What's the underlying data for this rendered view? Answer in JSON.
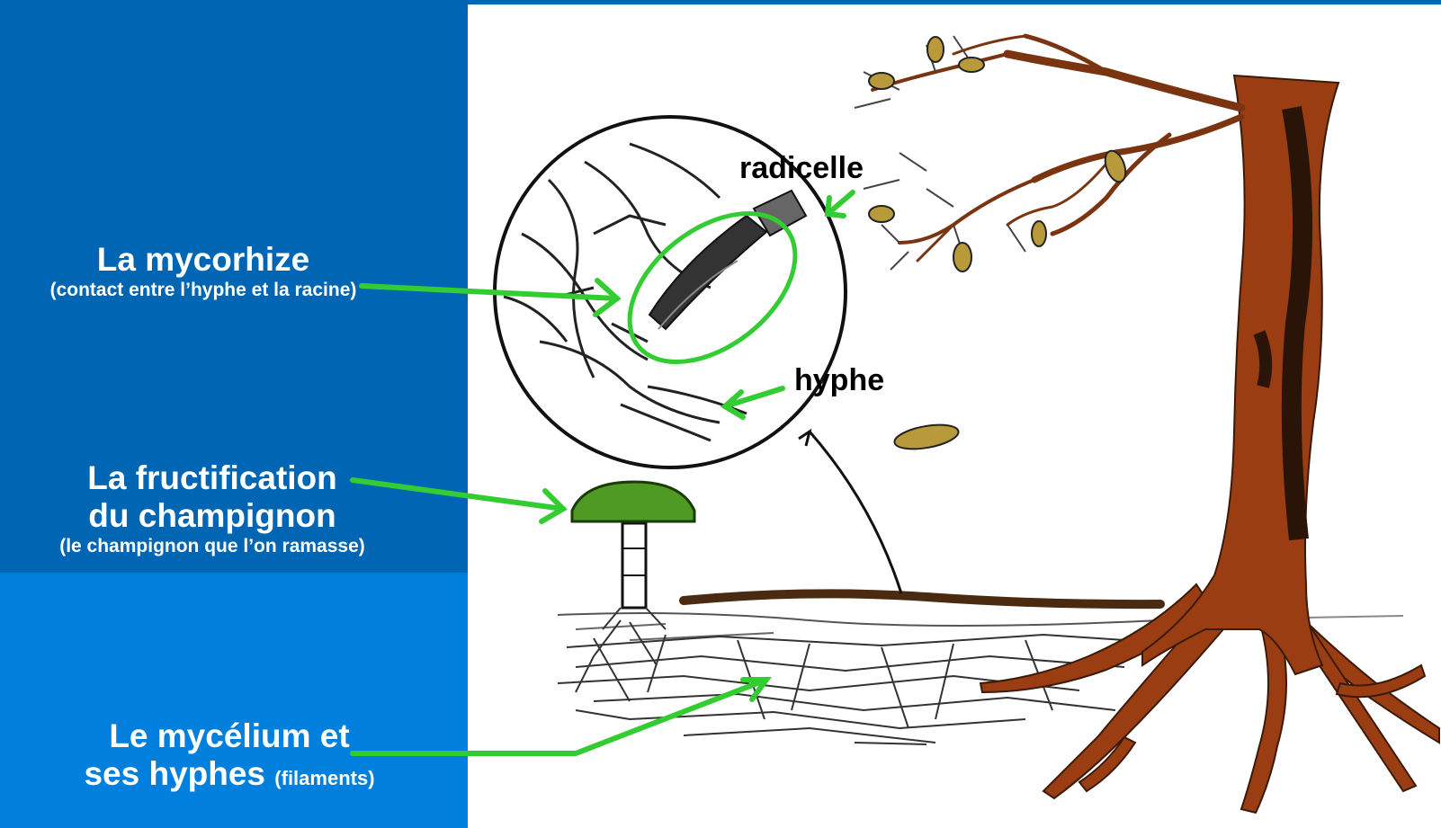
{
  "labels": {
    "mycorhize": {
      "title": "La mycorhize",
      "subtitle": "(contact entre l’hyphe et la racine)"
    },
    "fructification": {
      "title_line1": "La fructification",
      "title_line2": "du champignon",
      "subtitle": "(le champignon que l’on ramasse)"
    },
    "mycelium": {
      "title_line1": "Le mycélium et",
      "title_line2": "ses hyphes",
      "small": "(filaments)"
    }
  },
  "diagram_labels": {
    "radicelle": "radicelle",
    "hyphe": "hyphe"
  },
  "colors": {
    "panel_dark": "#0066b3",
    "panel_light": "#0080dc",
    "arrow_green": "#33cc33",
    "trunk": "#9a3d12",
    "mushroom_cap": "#4f9a22",
    "leaf": "#b89a3a"
  }
}
